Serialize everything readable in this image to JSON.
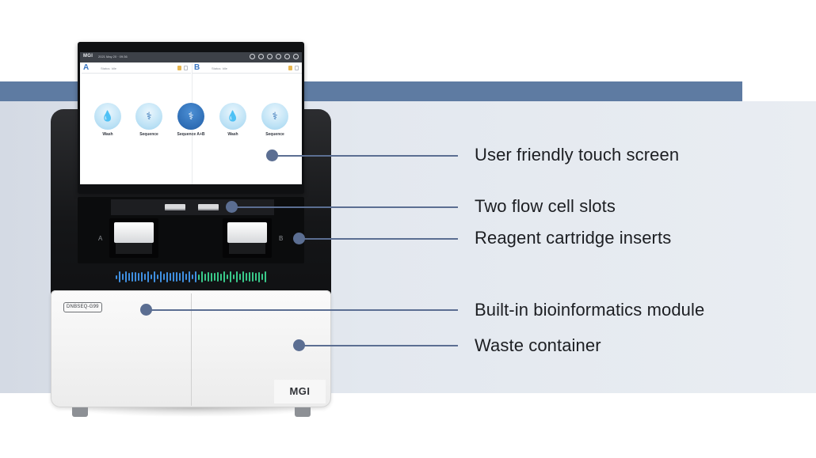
{
  "colors": {
    "band": "#5e7ba2",
    "callout": "#5b6e92",
    "panel": "#e3e8ef",
    "device_dark": "#151618"
  },
  "screen": {
    "brand": "MGI",
    "datetime": "2021 May 20 · 09:36",
    "bay_a_letter": "A",
    "bay_b_letter": "B",
    "bay_a_meta": "Status: Idle",
    "bay_b_meta": "Status: Idle",
    "apps": [
      {
        "label": "Wash",
        "icon": "droplet-icon"
      },
      {
        "label": "Sequence",
        "icon": "dna-icon"
      },
      {
        "label": "Sequence A+B",
        "icon": "dna-icon"
      },
      {
        "label": "Wash",
        "icon": "droplet-icon"
      },
      {
        "label": "Sequence",
        "icon": "dna-icon"
      }
    ]
  },
  "device": {
    "bay_left": "A",
    "bay_right": "B",
    "model_badge": "DNBSEQ-G99",
    "logo": "MGI"
  },
  "callouts": [
    {
      "label": "User friendly touch screen"
    },
    {
      "label": "Two flow cell slots"
    },
    {
      "label": "Reagent cartridge inserts"
    },
    {
      "label": "Built-in bioinformatics module"
    },
    {
      "label": "Waste container"
    }
  ]
}
